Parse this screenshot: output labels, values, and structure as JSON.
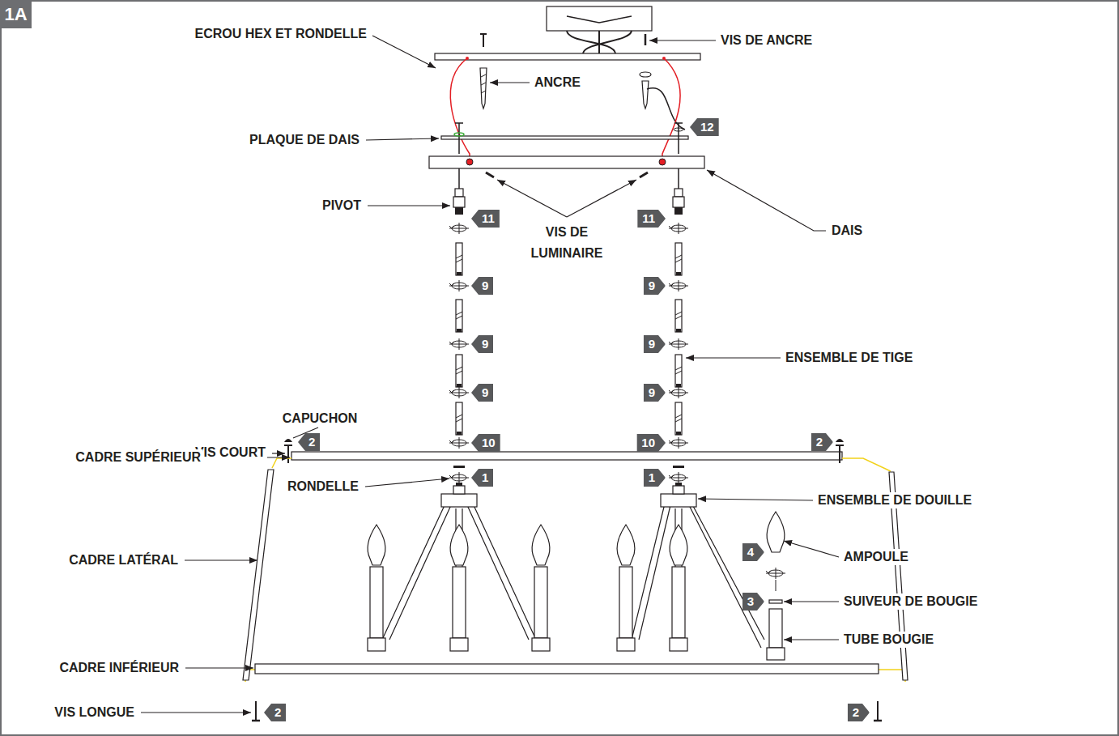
{
  "diagram": {
    "nodes": [
      {
        "text": [
          "1A"
        ]
      }
    ],
    "labels": [
      "ECROU HEX ET RONDELLE",
      "VIS DE ANCRE",
      "ANCRE",
      "12",
      "PLAQUE DE DAIS",
      "PIVOT",
      "11",
      "11",
      "VIS DE LUMINAIRE",
      "DAIS",
      "9",
      "9",
      "9",
      "ENSEMBLE DE TIGE",
      "9",
      "9",
      "9",
      "CAPUCHON",
      "VIS COURT",
      "10",
      "10",
      "CADRE SUPÉRIEUR",
      "2",
      "2",
      "1",
      "1",
      "RONDELLE",
      "ENSEMBLE DE DOUILLE",
      "4",
      "AMPOULE",
      "CADRE LATÉRAL",
      "3",
      "SUIVEUR DE BOUGIE",
      "TUBE BOUGIE",
      "CADRE INFÉRIEUR",
      "VIS LONGUE",
      "2",
      "2"
    ]
  }
}
